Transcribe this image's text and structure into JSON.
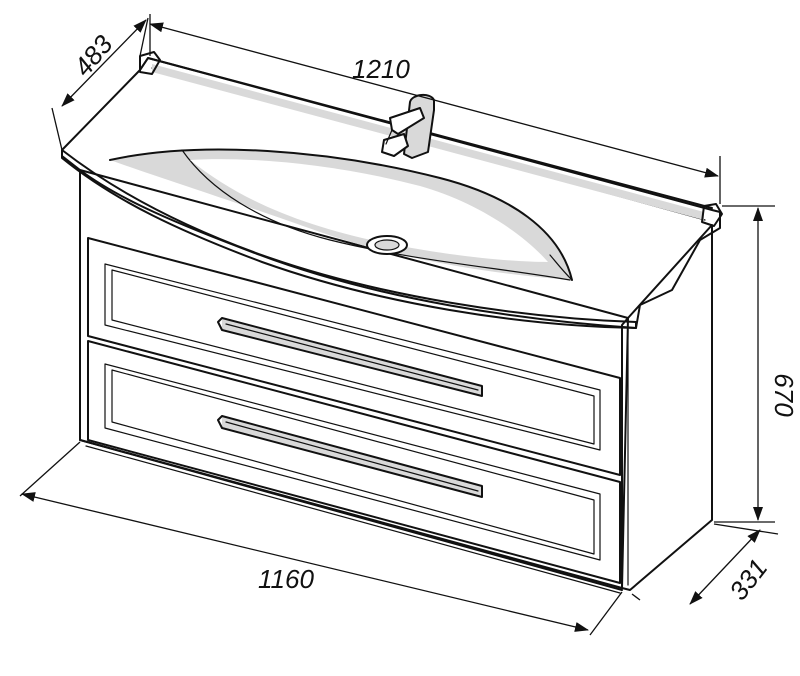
{
  "dimensions": {
    "basin_width": "1210",
    "basin_depth": "483",
    "cabinet_height": "670",
    "cabinet_width": "1160",
    "cabinet_depth": "331"
  },
  "colors": {
    "line": "#111111",
    "shade": "#d9d9d9",
    "background": "#ffffff"
  }
}
